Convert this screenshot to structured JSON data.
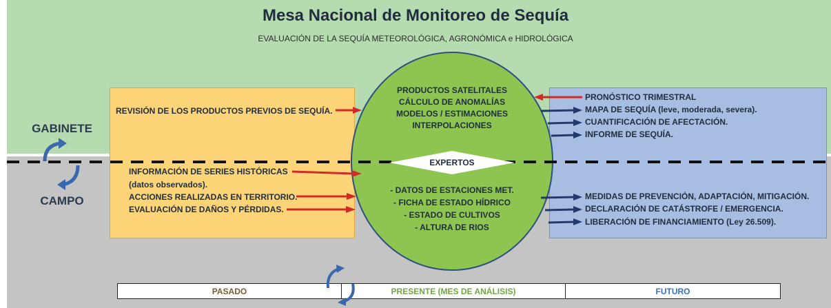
{
  "title": "Mesa Nacional de Monitoreo de Sequía",
  "subtitle": "EVALUACIÓN DE LA SEQUÍA METEOROLÓGICA, AGRONÓMICA e HIDROLÓGICA",
  "left_labels": {
    "top": "GABINETE",
    "bottom": "CAMPO"
  },
  "left_box": {
    "top_item": "REVISIÓN DE LOS PRODUCTOS PREVIOS DE SEQUÍA.",
    "bottom_items": [
      "INFORMACIÓN DE SERIES HISTÓRICAS",
      "(datos observados).",
      "ACCIONES REALIZADAS EN TERRITORIO.",
      "EVALUACIÓN DE DAÑOS Y PÉRDIDAS."
    ]
  },
  "center": {
    "top_items": [
      "PRODUCTOS SATELITALES",
      "CÁLCULO DE ANOMALÍAS",
      "MODELOS / ESTIMACIONES",
      "INTERPOLACIONES"
    ],
    "center_label": "EXPERTOS",
    "bottom_items": [
      "- DATOS DE ESTACIONES MET.",
      "- FICHA DE ESTADO HÍDRICO",
      "- ESTADO DE CULTIVOS",
      "- ALTURA DE RIOS"
    ]
  },
  "right_box": {
    "input_item": "PRONÓSTICO TRIMESTRAL",
    "top_items": [
      "MAPA DE SEQUÍA (leve, moderada, severa).",
      "CUANTIFICACIÓN DE AFECTACIÓN.",
      "INFORME DE SEQUÍA."
    ],
    "bottom_items": [
      "MEDIDAS DE PREVENCIÓN, ADAPTACIÓN, MITIGACIÓN.",
      "DECLARACIÓN DE CATÁSTROFE / EMERGENCIA.",
      "LIBERACIÓN DE FINANCIAMIENTO (Ley 26.509)."
    ]
  },
  "timeline": [
    "PASADO",
    "PRESENTE (MES DE ANÁLISIS)",
    "FUTURO"
  ],
  "colors": {
    "top_band": "#b6dbb0",
    "bottom_band": "#c4c4c4",
    "left_box": "#fdd478",
    "right_box": "#a7bde2",
    "ellipse": "#8dc550",
    "red_arrow": "#d42a26",
    "blue_arrow": "#223a6b",
    "cycle_arrow": "#3b67ae",
    "past": "#7d5a30",
    "present": "#72a544",
    "future": "#2f74c8"
  }
}
